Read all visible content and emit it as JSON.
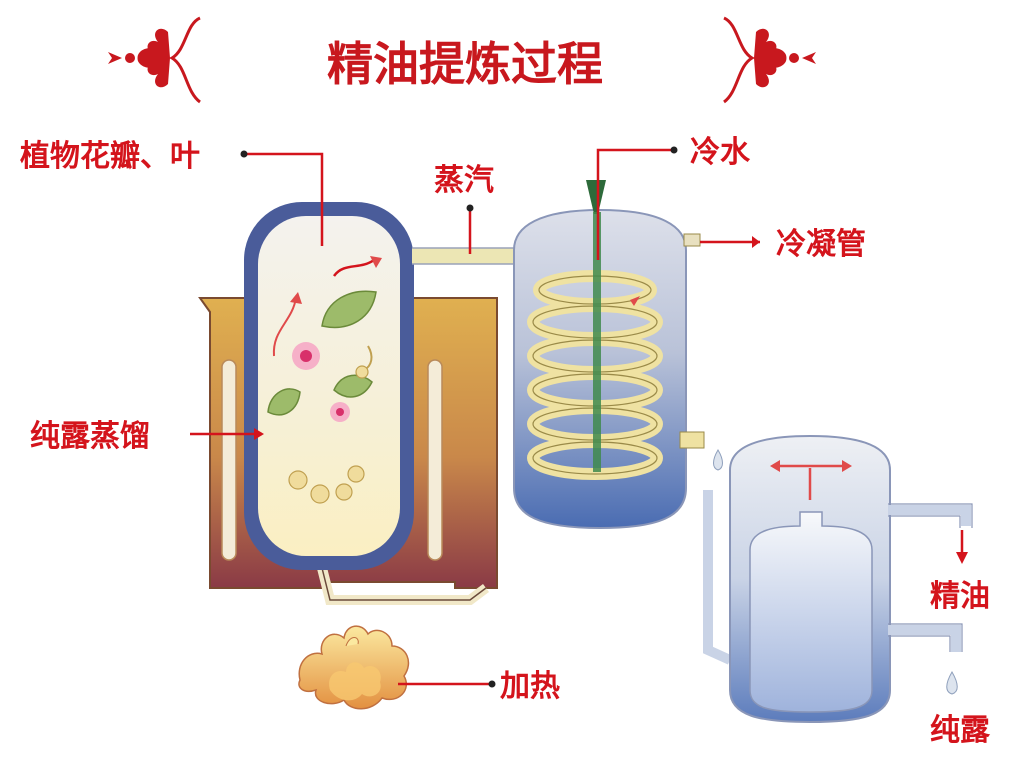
{
  "title": "精油提炼过程",
  "labels": {
    "petals_leaves": "植物花瓣、叶",
    "steam": "蒸汽",
    "cold_water": "冷水",
    "condenser": "冷凝管",
    "hydrosol_distill": "纯露蒸馏",
    "heating": "加热",
    "essential_oil": "精油",
    "hydrosol": "纯露"
  },
  "colors": {
    "title": "#c8181e",
    "label": "#d4141c",
    "outer_tank_top": "#d6a544",
    "outer_tank_bottom": "#8a3a46",
    "vessel_wall": "#4a5c9a",
    "condenser_top": "#d4d8e6",
    "condenser_bottom": "#4a6cb2",
    "coil": "#e8d68e",
    "separator_bottom": "#5c7cbc"
  },
  "icons": [
    "ornament-left-icon",
    "ornament-right-icon",
    "flame-icon",
    "leaf-icon",
    "flower-icon",
    "droplet-icon"
  ]
}
